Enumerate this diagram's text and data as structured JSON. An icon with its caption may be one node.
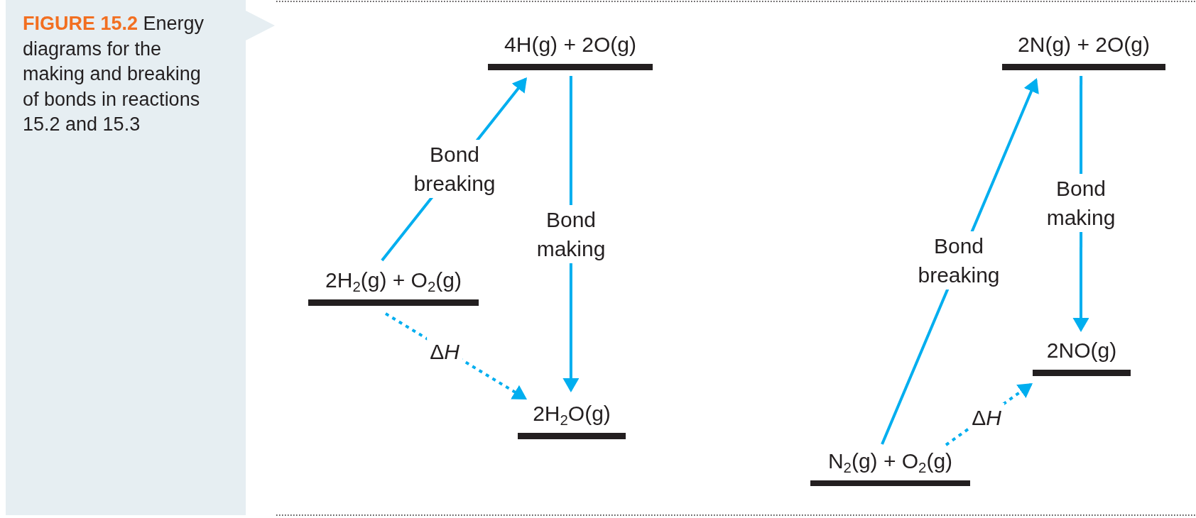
{
  "diagram": {
    "caption": "**FIGURE 15.2** Energy diagrams for the making and breaking of bonds in reactions 15.2 and 15.3",
    "nodes": [
      {
        "text": [
          "4H(g) + 2O(g)"
        ]
      },
      {
        "text": [
          "2H$_{2}$(g) + O$_{2}$(g)"
        ]
      },
      {
        "text": [
          "2H$_{2}$O(g)"
        ]
      },
      {
        "text": [
          "2N(g) + 2O(g)"
        ]
      },
      {
        "text": [
          "2NO(g)"
        ]
      },
      {
        "text": [
          "N$_{2}$(g) + O$_{2}$(g)"
        ]
      }
    ],
    "edges": [
      {
        "from": 1,
        "to": 0,
        "arrow": "to",
        "label": "Bond breaking"
      },
      {
        "from": 0,
        "to": 2,
        "arrow": "to",
        "label": "Bond making"
      },
      {
        "from": 1,
        "to": 2,
        "arrow": "to",
        "label": "Δ​*H*",
        "style": "dashed"
      },
      {
        "from": 5,
        "to": 3,
        "arrow": "to",
        "label": "Bond breaking"
      },
      {
        "from": 3,
        "to": 4,
        "arrow": "to",
        "label": "Bond making"
      },
      {
        "from": 5,
        "to": 4,
        "arrow": "to",
        "label": "Δ​*H*",
        "style": "dashed"
      }
    ]
  }
}
